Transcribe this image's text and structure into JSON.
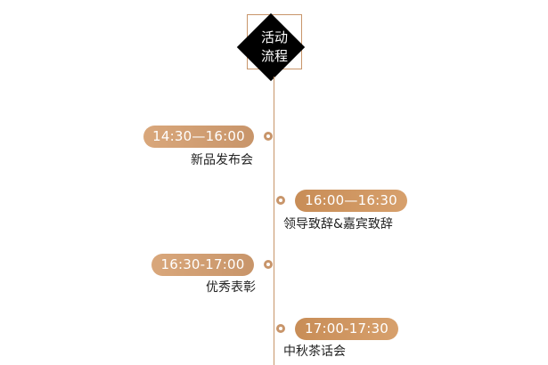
{
  "header": {
    "line1": "活动",
    "line2": "流程"
  },
  "timeline": [
    {
      "time": "14:30—16:00",
      "title": "新品发布会"
    },
    {
      "time": "16:00—16:30",
      "title": "领导致辞&嘉宾致辞"
    },
    {
      "time": "16:30-17:00",
      "title": "优秀表彰"
    },
    {
      "time": "17:00-17:30",
      "title": "中秋茶话会"
    }
  ],
  "colors": {
    "accent": "#c8956a",
    "pill_left_start": "#d9a77b",
    "pill_left_end": "#c8956a",
    "pill_right_start": "#c88d57",
    "pill_right_end": "#d7a06c",
    "header_bg": "#000000"
  },
  "icons": {
    "timeline_dot": "circle-dot-icon"
  }
}
